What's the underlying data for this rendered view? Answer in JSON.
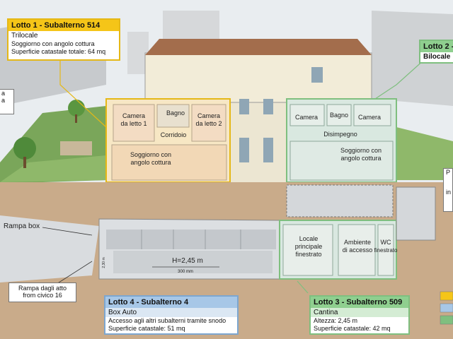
{
  "lots": {
    "lotto1": {
      "title": "Lotto 1 - Subalterno 514",
      "type": "Trilocale",
      "line1": "Soggiorno con angolo cottura",
      "line2": "Superficie catastale totale: 64 mq",
      "color": "#f5c518"
    },
    "lotto2": {
      "title": "Lotto 2 -",
      "type": "Bilocale",
      "color": "#7fbf7f"
    },
    "lotto3": {
      "title": "Lotto 3 - Subalterno 509",
      "type": "Cantina",
      "line1": "Altezza: 2,45 m",
      "line2": "Superficie catastale: 42 mq",
      "color": "#7fbf7f"
    },
    "lotto4": {
      "title": "Lotto 4 - Subalterno 4",
      "type": "Box Auto",
      "line1": "Accesso agli altri subalterni tramite snodo",
      "line2": "Superficie catastale: 51 mq",
      "color": "#a7c7e7"
    }
  },
  "rooms": {
    "l1_camera1": "Camera",
    "l1_camera1b": "da letto 1",
    "l1_bagno": "Bagno",
    "l1_camera2": "Camera",
    "l1_camera2b": "da letto 2",
    "l1_corridoio": "Corridoio",
    "l1_soggiorno": "Soggiorno con",
    "l1_soggiornob": "angolo cottura",
    "l2_camera1": "Camera",
    "l2_bagno": "Bagno",
    "l2_camera2": "Camera",
    "l2_disimpegno": "Disimpegno",
    "l2_soggiorno": "Soggiorno con",
    "l2_soggiornob": "angolo cottura",
    "c_locale": "Locale",
    "c_locale2": "principale",
    "c_locale3": "finestrato",
    "c_ambiente": "Ambiente",
    "c_ambiente2": "di accesso",
    "c_wc": "WC",
    "c_wc2": "finestrato",
    "box_h": "H=2,45 m",
    "box_w": "300 mm",
    "box_d": "2,30 m"
  },
  "labels": {
    "rampa_box": "Rampa box",
    "rampa_atto1": "Rampa dagli atto",
    "rampa_atto2": "from civico 16",
    "left_a": "a",
    "left_a2": "a",
    "right_in": "in",
    "right_p": "P"
  },
  "legend": {
    "colors": [
      "#f5c518",
      "#a7c7e7",
      "#7fbf7f"
    ]
  }
}
